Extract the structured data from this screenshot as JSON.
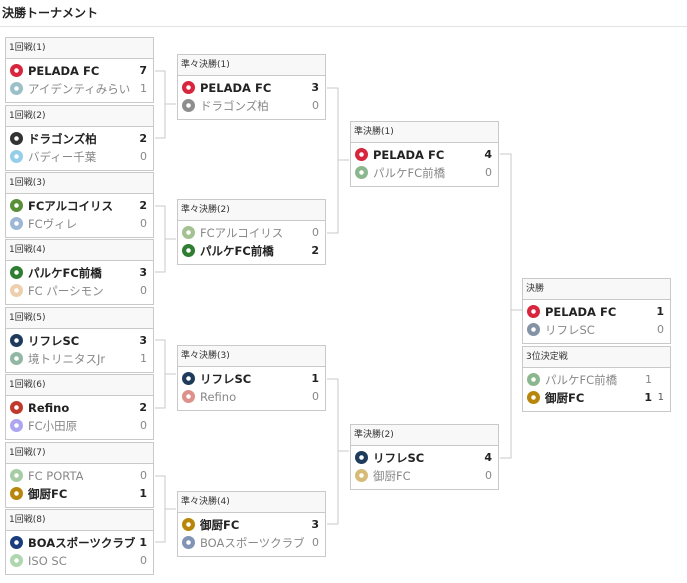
{
  "title": "決勝トーナメント",
  "matches": {
    "r1_1": {
      "round": "1回戦(1)",
      "t1": {
        "name": "PELADA FC",
        "score": "7",
        "win": true,
        "logo": "pelada-logo-icon",
        "color": "#d7263d"
      },
      "t2": {
        "name": "アイデンティみらい",
        "score": "1",
        "win": false,
        "logo": "identy-logo-icon",
        "color": "#4a8f9c"
      }
    },
    "r1_2": {
      "round": "1回戦(2)",
      "t1": {
        "name": "ドラゴンズ柏",
        "score": "2",
        "win": true,
        "logo": "dragons-logo-icon",
        "color": "#333333"
      },
      "t2": {
        "name": "バディー千葉",
        "score": "0",
        "win": false,
        "logo": "buddy-logo-icon",
        "color": "#3fa7d6"
      }
    },
    "r1_3": {
      "round": "1回戦(3)",
      "t1": {
        "name": "FCアルコイリス",
        "score": "2",
        "win": true,
        "logo": "arcoiris-logo-icon",
        "color": "#5a8f3a"
      },
      "t2": {
        "name": "FCヴィレ",
        "score": "0",
        "win": false,
        "logo": "ville-logo-icon",
        "color": "#4f7db8"
      }
    },
    "r1_4": {
      "round": "1回戦(4)",
      "t1": {
        "name": "パルケFC前橋",
        "score": "3",
        "win": true,
        "logo": "parque-logo-icon",
        "color": "#2e7d32"
      },
      "t2": {
        "name": "FC パーシモン",
        "score": "0",
        "win": false,
        "logo": "persimmon-logo-icon",
        "color": "#e0a96d"
      }
    },
    "r1_5": {
      "round": "1回戦(5)",
      "t1": {
        "name": "リフレSC",
        "score": "3",
        "win": true,
        "logo": "refre-logo-icon",
        "color": "#1f3b5c"
      },
      "t2": {
        "name": "境トリニタスJr",
        "score": "1",
        "win": false,
        "logo": "trinitas-logo-icon",
        "color": "#3a7d5c"
      }
    },
    "r1_6": {
      "round": "1回戦(6)",
      "t1": {
        "name": "Refino",
        "score": "2",
        "win": true,
        "logo": "refino-logo-icon",
        "color": "#c0392b"
      },
      "t2": {
        "name": "FC小田原",
        "score": "0",
        "win": false,
        "logo": "odawara-logo-icon",
        "color": "#6c5ce7"
      }
    },
    "r1_7": {
      "round": "1回戦(7)",
      "t1": {
        "name": "FC PORTA",
        "score": "0",
        "win": false,
        "logo": "porta-logo-icon",
        "color": "#5fa35f"
      },
      "t2": {
        "name": "御厨FC",
        "score": "1",
        "win": true,
        "logo": "mikuriya-logo-icon",
        "color": "#b8860b"
      }
    },
    "r1_8": {
      "round": "1回戦(8)",
      "t1": {
        "name": "BOAスポーツクラブ",
        "score": "1",
        "win": true,
        "logo": "boa-logo-icon",
        "color": "#1a3d7c"
      },
      "t2": {
        "name": "ISO SC",
        "score": "0",
        "win": false,
        "logo": "iso-logo-icon",
        "color": "#6fb56f"
      }
    },
    "qf_1": {
      "round": "準々決勝(1)",
      "t1": {
        "name": "PELADA FC",
        "score": "3",
        "win": true,
        "logo": "pelada-logo-icon",
        "color": "#d7263d"
      },
      "t2": {
        "name": "ドラゴンズ柏",
        "score": "0",
        "win": false,
        "logo": "dragons-logo-icon",
        "color": "#333333"
      }
    },
    "qf_2": {
      "round": "準々決勝(2)",
      "t1": {
        "name": "FCアルコイリス",
        "score": "0",
        "win": false,
        "logo": "arcoiris-logo-icon",
        "color": "#5a8f3a"
      },
      "t2": {
        "name": "パルケFC前橋",
        "score": "2",
        "win": true,
        "logo": "parque-logo-icon",
        "color": "#2e7d32"
      }
    },
    "qf_3": {
      "round": "準々決勝(3)",
      "t1": {
        "name": "リフレSC",
        "score": "1",
        "win": true,
        "logo": "refre-logo-icon",
        "color": "#1f3b5c"
      },
      "t2": {
        "name": "Refino",
        "score": "0",
        "win": false,
        "logo": "refino-logo-icon",
        "color": "#c0392b"
      }
    },
    "qf_4": {
      "round": "準々決勝(4)",
      "t1": {
        "name": "御厨FC",
        "score": "3",
        "win": true,
        "logo": "mikuriya-logo-icon",
        "color": "#b8860b"
      },
      "t2": {
        "name": "BOAスポーツクラブ",
        "score": "0",
        "win": false,
        "logo": "boa-logo-icon",
        "color": "#1a3d7c"
      }
    },
    "sf_1": {
      "round": "準決勝(1)",
      "t1": {
        "name": "PELADA FC",
        "score": "4",
        "win": true,
        "logo": "pelada-logo-icon",
        "color": "#d7263d"
      },
      "t2": {
        "name": "パルケFC前橋",
        "score": "0",
        "win": false,
        "logo": "parque-logo-icon",
        "color": "#2e7d32"
      }
    },
    "sf_2": {
      "round": "準決勝(2)",
      "t1": {
        "name": "リフレSC",
        "score": "4",
        "win": true,
        "logo": "refre-logo-icon",
        "color": "#1f3b5c"
      },
      "t2": {
        "name": "御厨FC",
        "score": "0",
        "win": false,
        "logo": "mikuriya-logo-icon",
        "color": "#b8860b"
      }
    },
    "final": {
      "round": "決勝",
      "t1": {
        "name": "PELADA FC",
        "score": "1",
        "win": true,
        "logo": "pelada-logo-icon",
        "color": "#d7263d"
      },
      "t2": {
        "name": "リフレSC",
        "score": "0",
        "win": false,
        "logo": "refre-logo-icon",
        "color": "#1f3b5c"
      }
    },
    "third": {
      "round": "3位決定戦",
      "t1": {
        "name": "パルケFC前橋",
        "score": "1",
        "pk": "",
        "win": false,
        "logo": "parque-logo-icon",
        "color": "#2e7d32"
      },
      "t2": {
        "name": "御厨FC",
        "score": "1",
        "pk": "1",
        "win": true,
        "logo": "mikuriya-logo-icon",
        "color": "#b8860b"
      }
    }
  }
}
